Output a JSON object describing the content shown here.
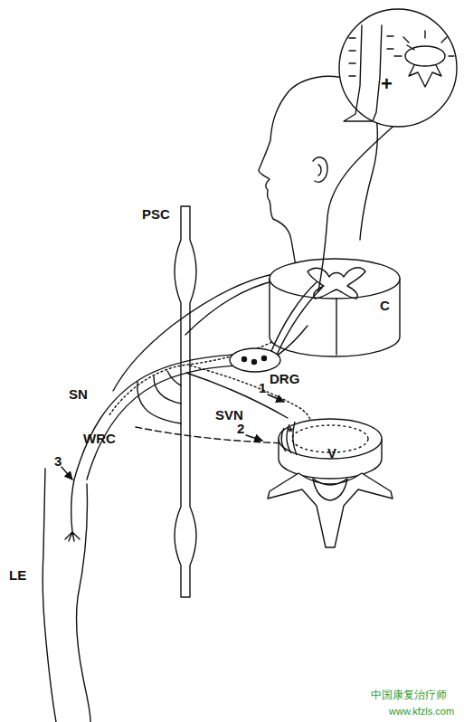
{
  "diagram": {
    "nodes": [
      {
        "text": [
          "V"
        ]
      }
    ],
    "labels": [
      "PSC",
      "C",
      "DRG",
      "SN",
      "WRC",
      "SVN",
      "1",
      "2",
      "3",
      "*",
      "LE",
      "+",
      "中国康复治疗师",
      "www.kfzls.com"
    ]
  }
}
